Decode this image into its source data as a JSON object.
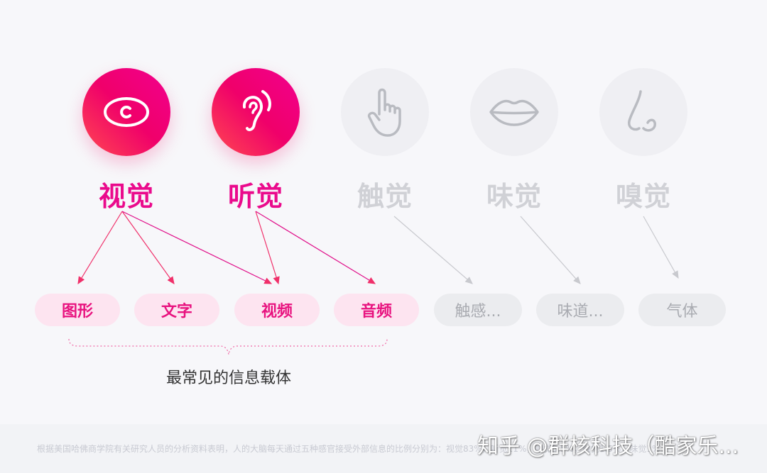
{
  "senses": [
    {
      "label": "视觉",
      "icon": "eye-icon",
      "active": true
    },
    {
      "label": "听觉",
      "icon": "ear-icon",
      "active": true
    },
    {
      "label": "触觉",
      "icon": "hand-pointer-icon",
      "active": false
    },
    {
      "label": "味觉",
      "icon": "lips-icon",
      "active": false
    },
    {
      "label": "嗅觉",
      "icon": "nose-icon",
      "active": false
    }
  ],
  "carriers": [
    {
      "label": "图形",
      "active": true
    },
    {
      "label": "文字",
      "active": true
    },
    {
      "label": "视频",
      "active": true
    },
    {
      "label": "音频",
      "active": true
    },
    {
      "label": "触感...",
      "active": false
    },
    {
      "label": "味道...",
      "active": false
    },
    {
      "label": "气体",
      "active": false
    }
  ],
  "caption": "最常见的信息载体",
  "footnote": "根据美国哈佛商学院有关研究人员的分析资料表明，人的大脑每天通过五种感官接受外部信息的比例分别为：视觉83%，听觉11%，嗅觉3.5%，触觉1.5%，味觉1%",
  "watermark": "知乎 @群核科技（酷家乐...",
  "colors": {
    "accent": "#ea0a8c",
    "active_arrow": "#f0306a",
    "inactive": "#d0d1d6",
    "pill_active_bg": "#fde4f0"
  }
}
